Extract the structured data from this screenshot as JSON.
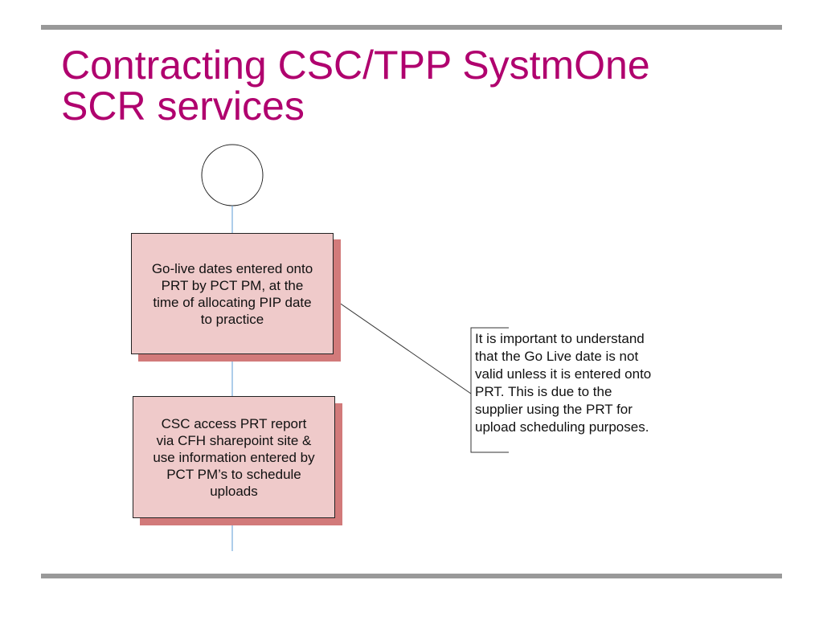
{
  "title": {
    "lines": [
      "Contracting CSC/TPP SystmOne",
      "SCR services"
    ]
  },
  "diagram": {
    "steps": [
      {
        "lines": [
          "Go-live dates entered onto",
          "PRT by PCT PM, at the",
          "time of allocating PIP date",
          "to practice"
        ]
      },
      {
        "lines": [
          "CSC access PRT report",
          "via CFH sharepoint site &",
          "use information entered by",
          "PCT PM’s to schedule",
          "uploads"
        ]
      }
    ],
    "annotation": {
      "lines": [
        "It is important to understand",
        "that the Go Live date is not",
        "valid unless it is entered onto",
        "PRT. This is due to the",
        "supplier using the PRT for",
        "upload scheduling purposes."
      ]
    }
  },
  "colors": {
    "title": "#b0006e",
    "box_fill": "#efcaca",
    "box_shadow": "#d27a7a",
    "connector": "#5b9bd5",
    "rule": "#999999"
  }
}
